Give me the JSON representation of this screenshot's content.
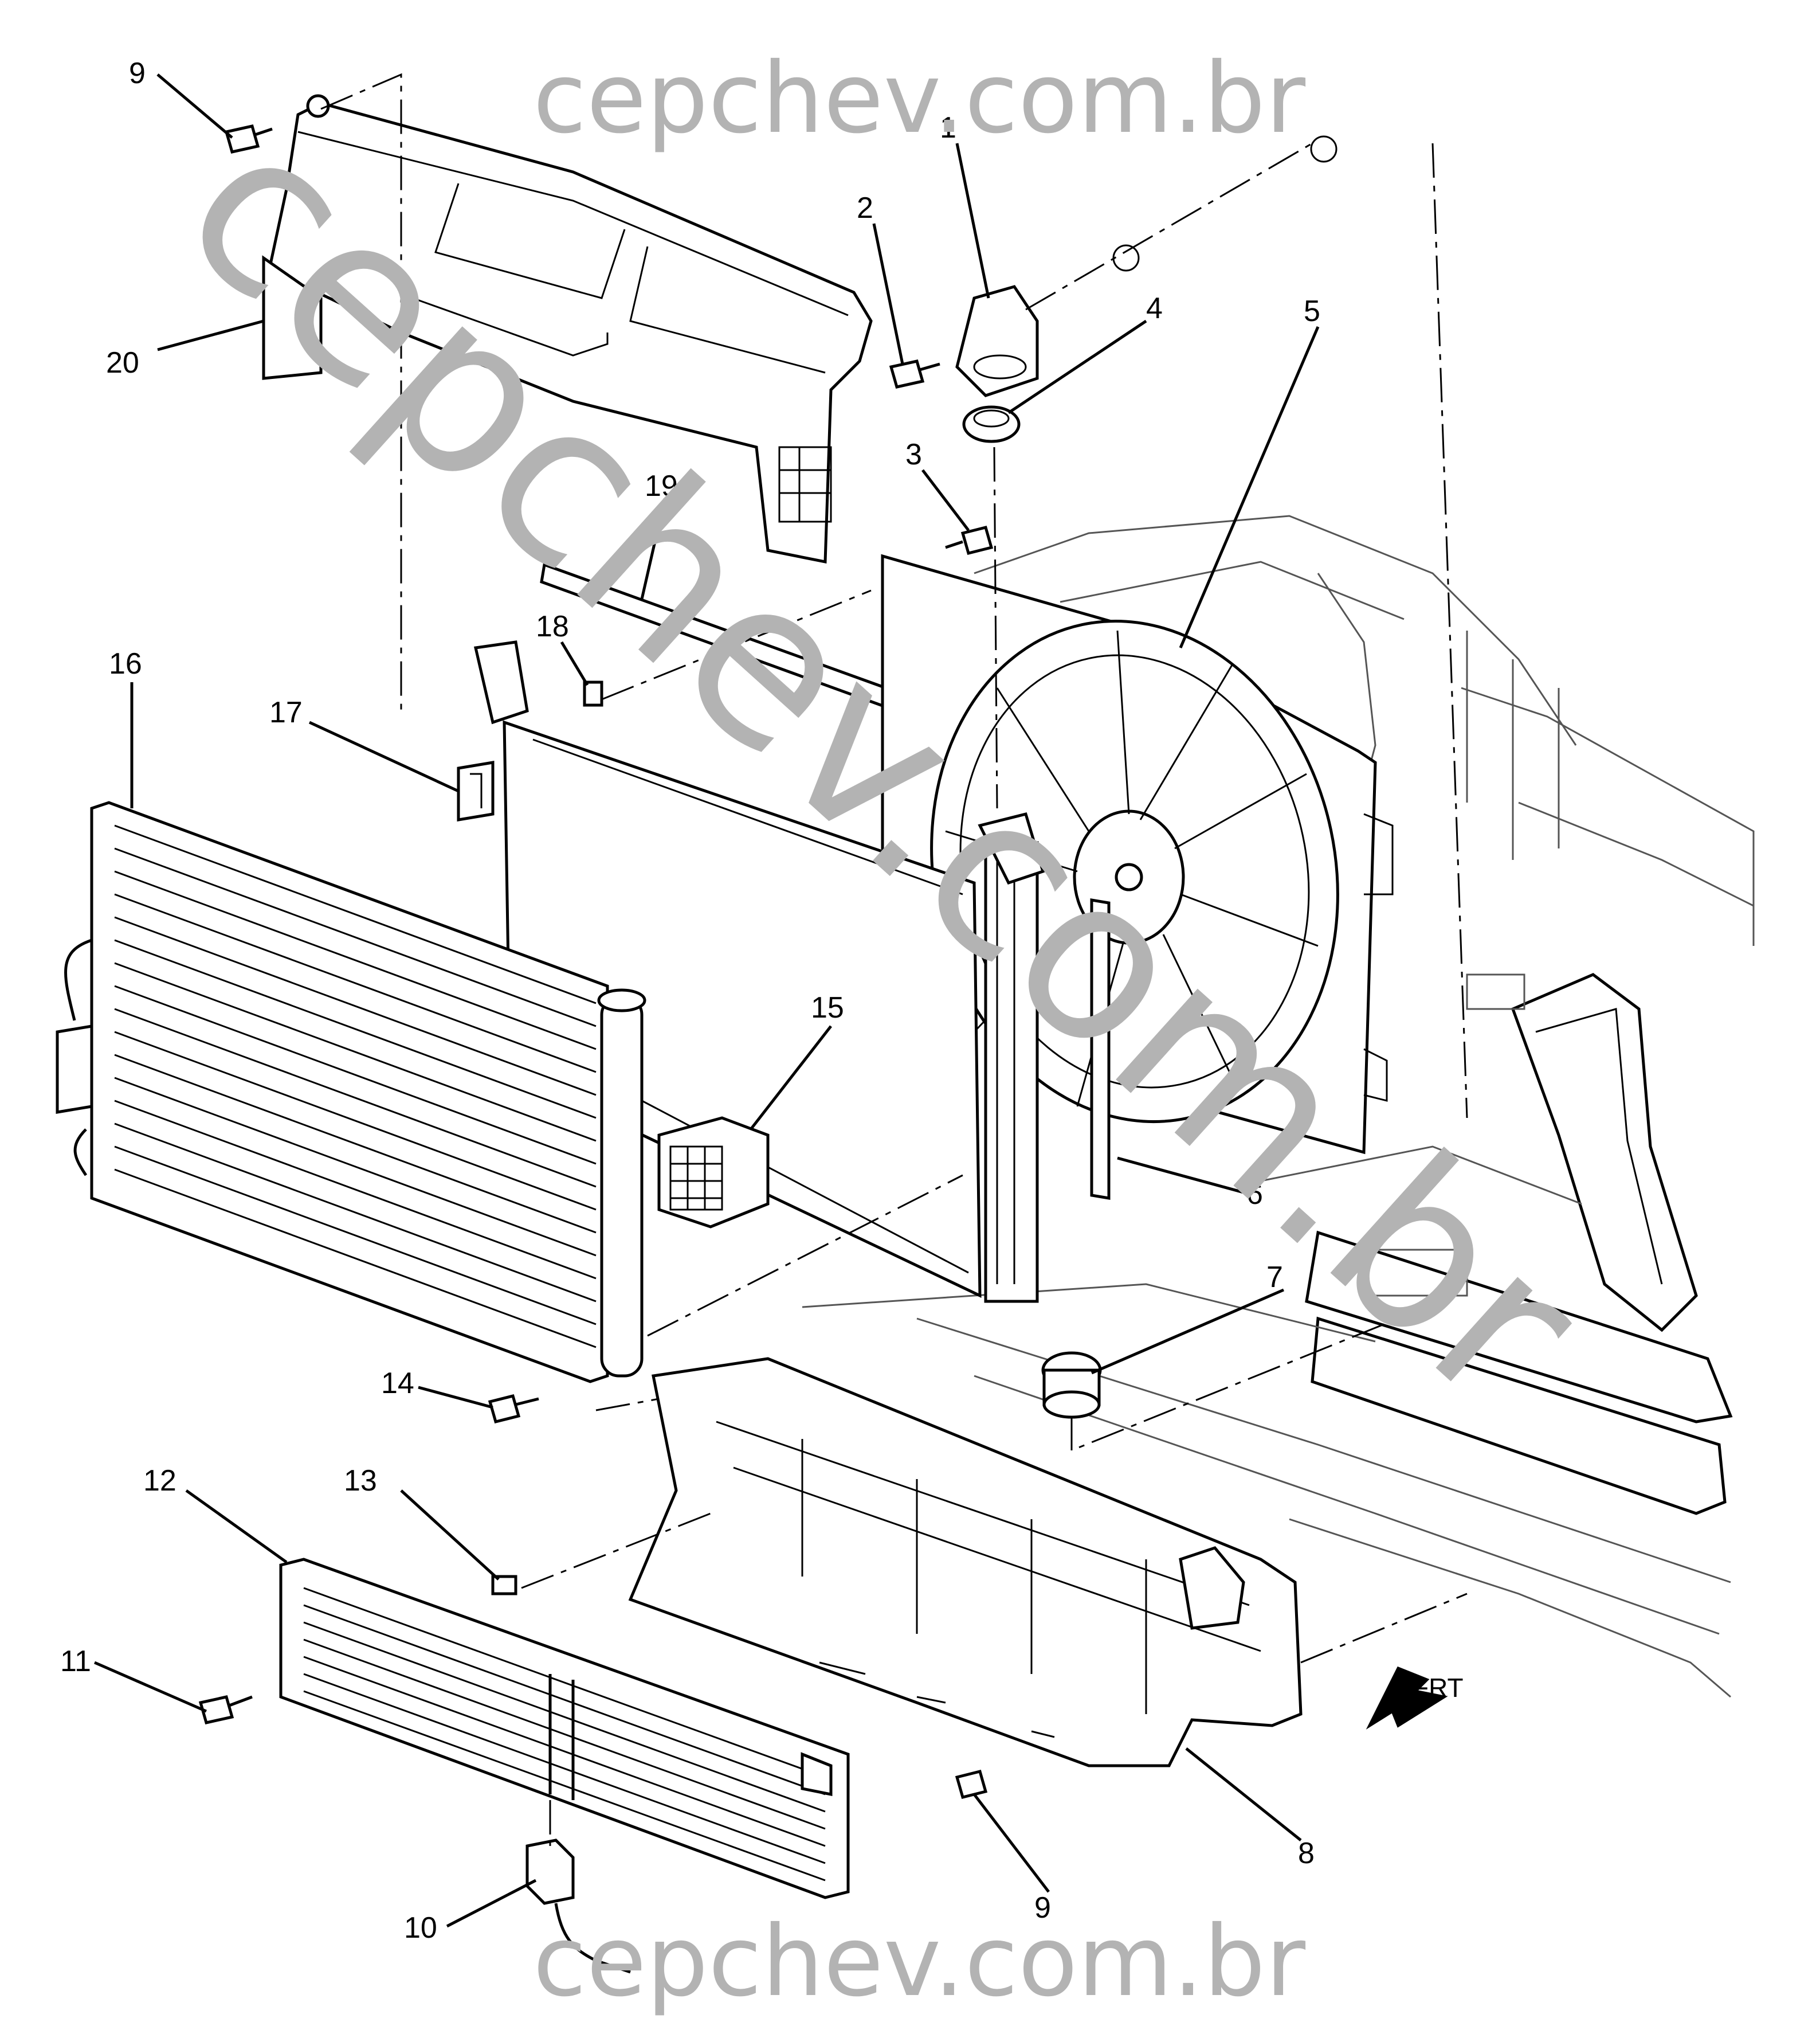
{
  "watermark": {
    "top": "cepchev.com.br",
    "bottom": "cepchev.com.br",
    "diagonal": "cepchev.com.br"
  },
  "callouts": [
    {
      "id": "c1",
      "label": "1"
    },
    {
      "id": "c2",
      "label": "2"
    },
    {
      "id": "c3",
      "label": "3"
    },
    {
      "id": "c4",
      "label": "4"
    },
    {
      "id": "c5",
      "label": "5"
    },
    {
      "id": "c6",
      "label": "6"
    },
    {
      "id": "c7",
      "label": "7"
    },
    {
      "id": "c8",
      "label": "8"
    },
    {
      "id": "c9a",
      "label": "9"
    },
    {
      "id": "c9b",
      "label": "9"
    },
    {
      "id": "c10",
      "label": "10"
    },
    {
      "id": "c11",
      "label": "11"
    },
    {
      "id": "c12",
      "label": "12"
    },
    {
      "id": "c13",
      "label": "13"
    },
    {
      "id": "c14",
      "label": "14"
    },
    {
      "id": "c15",
      "label": "15"
    },
    {
      "id": "c16",
      "label": "16"
    },
    {
      "id": "c17",
      "label": "17"
    },
    {
      "id": "c18",
      "label": "18"
    },
    {
      "id": "c19",
      "label": "19"
    },
    {
      "id": "c20",
      "label": "20"
    }
  ],
  "front_indicator": "FRT"
}
